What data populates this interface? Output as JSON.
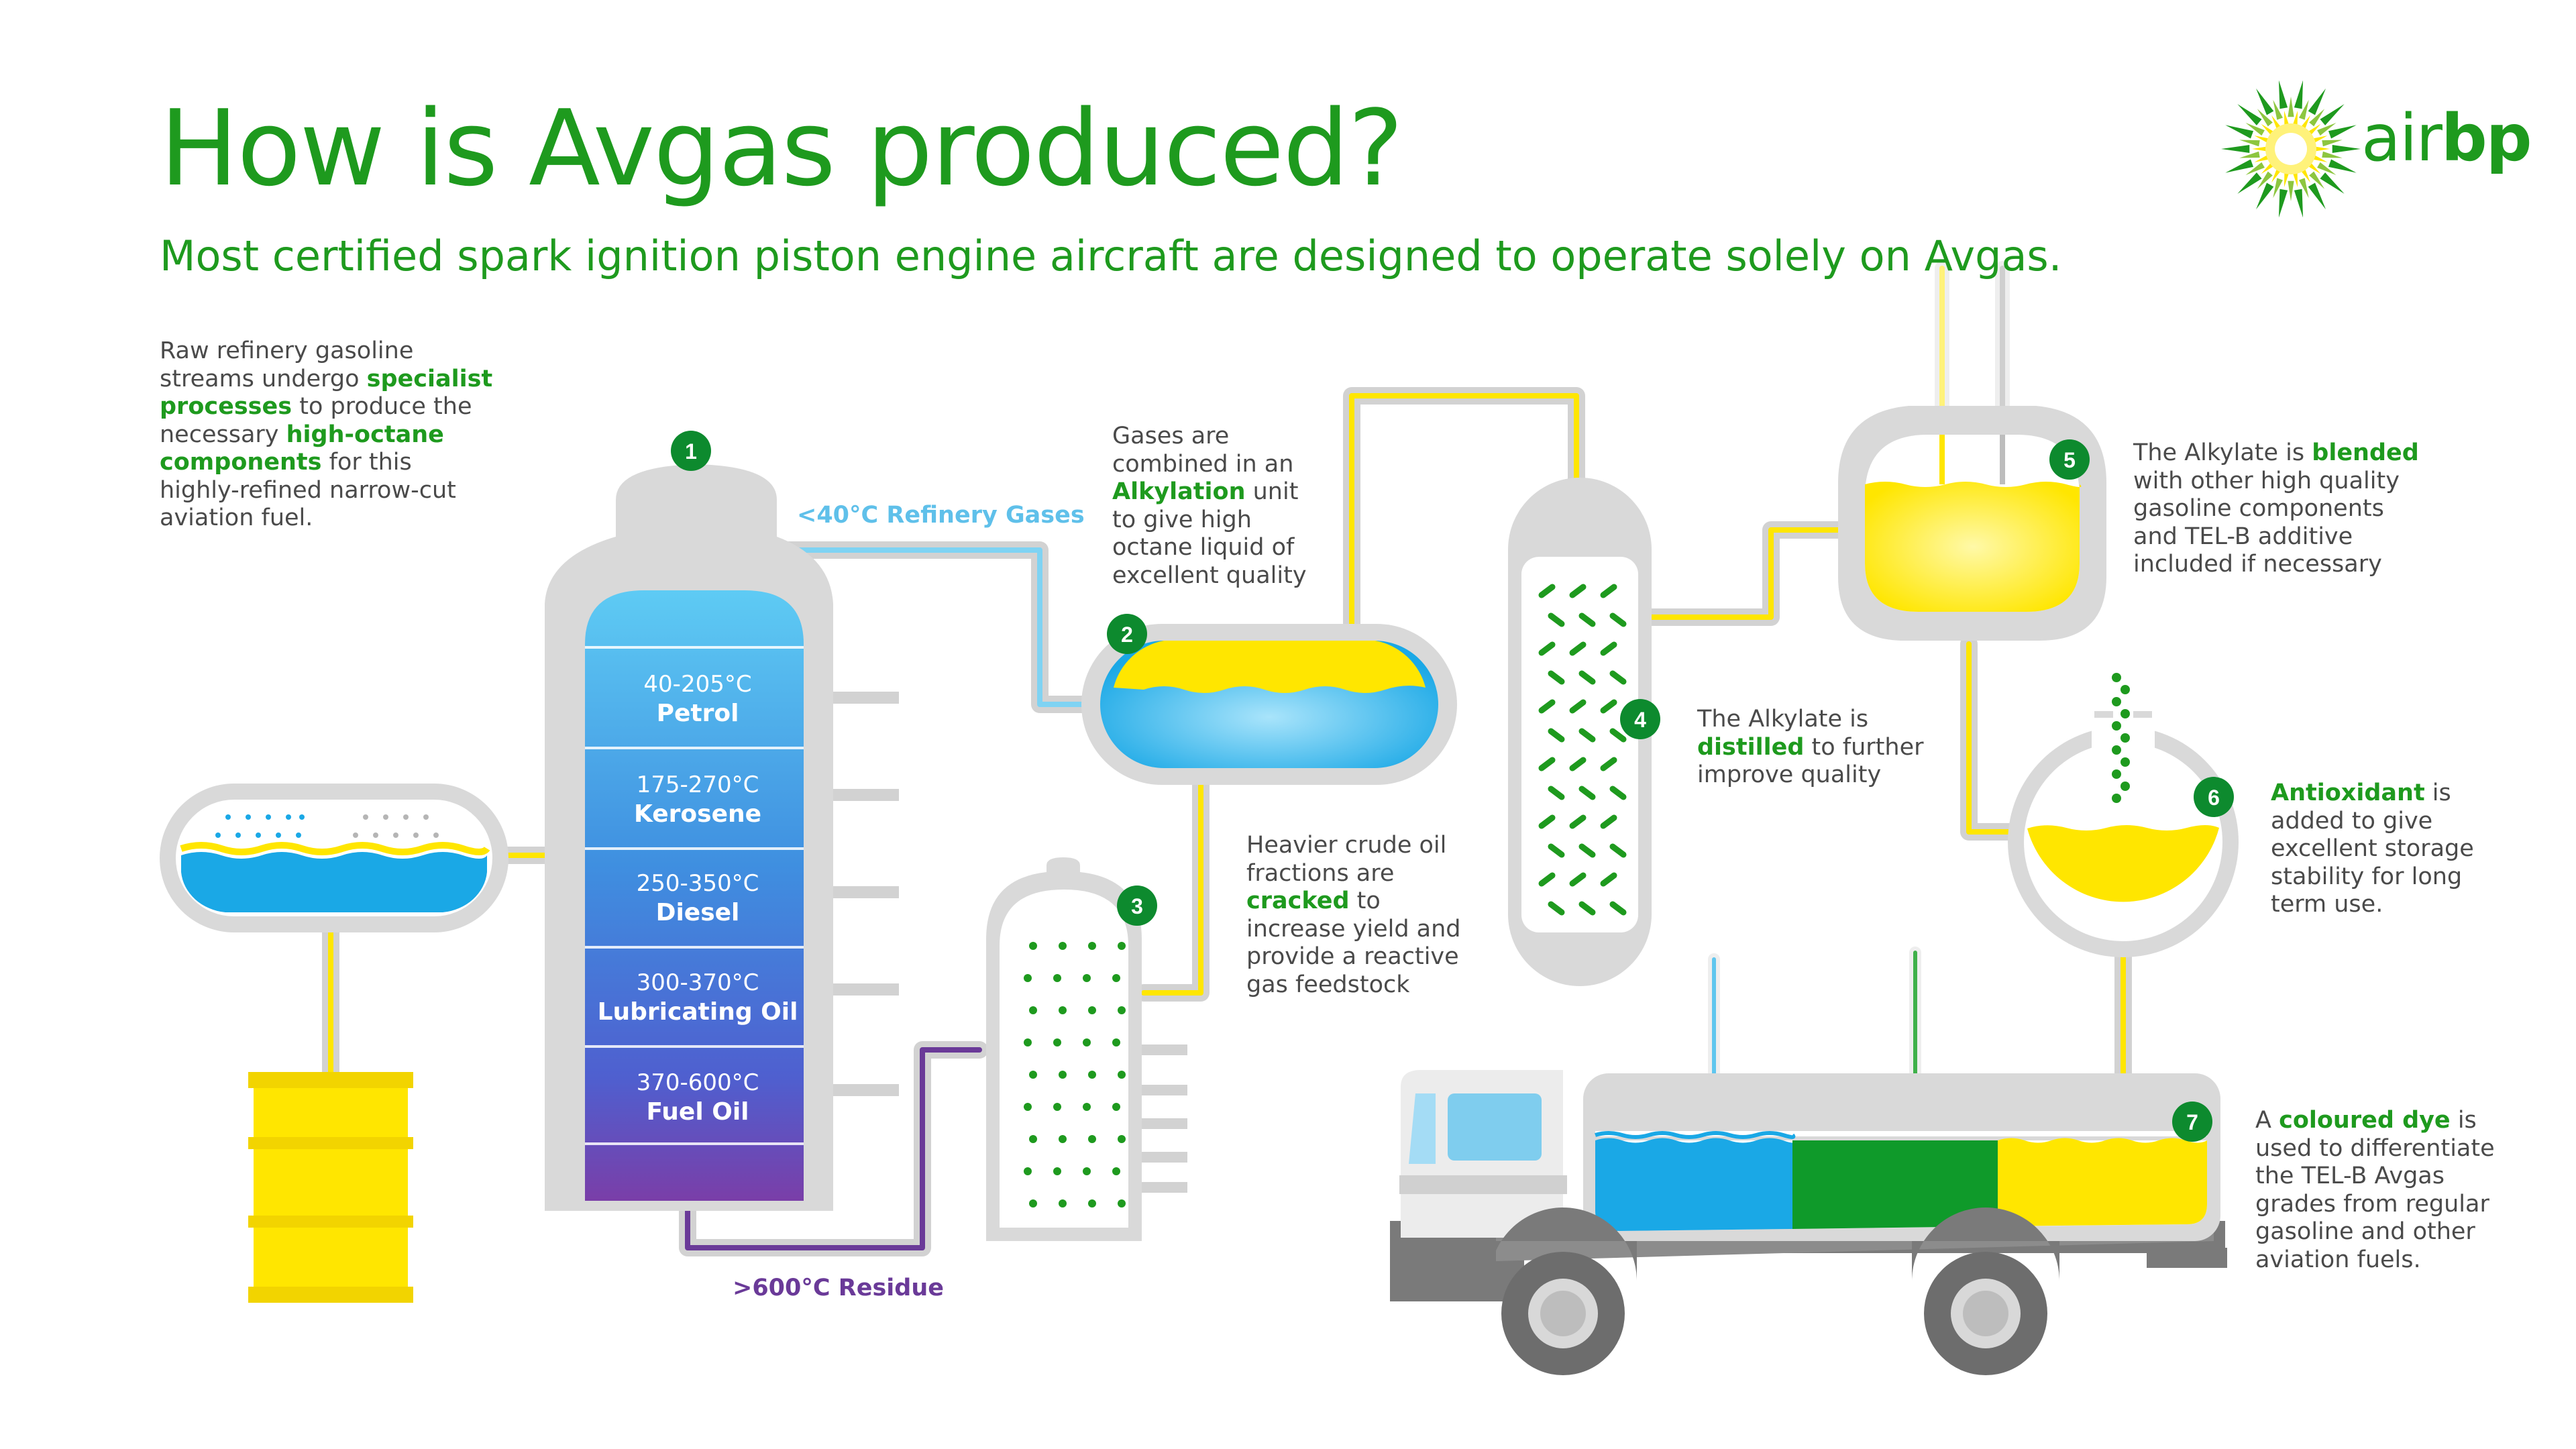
{
  "header": {
    "title": "How is Avgas produced?",
    "subtitle": "Most certified spark ignition piston engine aircraft are designed to operate solely on Avgas."
  },
  "brand": {
    "air": "air",
    "bp": "bp"
  },
  "intro": {
    "lines": [
      [
        {
          "t": "Raw refinery gasoline"
        }
      ],
      [
        {
          "t": "streams undergo "
        },
        {
          "t": "specialist",
          "b": true
        }
      ],
      [
        {
          "t": "processes",
          "b": true
        },
        {
          "t": " to produce the"
        }
      ],
      [
        {
          "t": "necessary "
        },
        {
          "t": "high-octane",
          "b": true
        }
      ],
      [
        {
          "t": "components",
          "b": true
        },
        {
          "t": " for this"
        }
      ],
      [
        {
          "t": "highly-refined narrow-cut"
        }
      ],
      [
        {
          "t": "aviation fuel."
        }
      ]
    ]
  },
  "steps": [
    {
      "num": "1"
    },
    {
      "num": "2",
      "lines": [
        [
          {
            "t": "Gases are"
          }
        ],
        [
          {
            "t": "combined in an"
          }
        ],
        [
          {
            "t": "Alkylation",
            "b": true
          },
          {
            "t": " unit"
          }
        ],
        [
          {
            "t": "to give high"
          }
        ],
        [
          {
            "t": "octane liquid of"
          }
        ],
        [
          {
            "t": "excellent quality"
          }
        ]
      ]
    },
    {
      "num": "3",
      "lines": [
        [
          {
            "t": "Heavier crude oil"
          }
        ],
        [
          {
            "t": "fractions are"
          }
        ],
        [
          {
            "t": "cracked",
            "b": true
          },
          {
            "t": " to"
          }
        ],
        [
          {
            "t": "increase yield and"
          }
        ],
        [
          {
            "t": "provide a reactive"
          }
        ],
        [
          {
            "t": "gas feedstock"
          }
        ]
      ]
    },
    {
      "num": "4",
      "lines": [
        [
          {
            "t": "The Alkylate is"
          }
        ],
        [
          {
            "t": "distilled",
            "b": true
          },
          {
            "t": " to further"
          }
        ],
        [
          {
            "t": "improve quality"
          }
        ]
      ]
    },
    {
      "num": "5",
      "lines": [
        [
          {
            "t": "The Alkylate is "
          },
          {
            "t": "blended",
            "b": true
          }
        ],
        [
          {
            "t": "with other high quality"
          }
        ],
        [
          {
            "t": "gasoline components"
          }
        ],
        [
          {
            "t": "and TEL-B additive"
          }
        ],
        [
          {
            "t": "included if necessary"
          }
        ]
      ]
    },
    {
      "num": "6",
      "lines": [
        [
          {
            "t": "Antioxidant",
            "b": true
          },
          {
            "t": " is"
          }
        ],
        [
          {
            "t": "added to give"
          }
        ],
        [
          {
            "t": "excellent storage"
          }
        ],
        [
          {
            "t": "stability for long"
          }
        ],
        [
          {
            "t": "term use."
          }
        ]
      ]
    },
    {
      "num": "7",
      "lines": [
        [
          {
            "t": "A "
          },
          {
            "t": "coloured dye",
            "b": true
          },
          {
            "t": " is"
          }
        ],
        [
          {
            "t": "used to differentiate"
          }
        ],
        [
          {
            "t": "the TEL-B Avgas"
          }
        ],
        [
          {
            "t": "grades from regular"
          }
        ],
        [
          {
            "t": "gasoline and other"
          }
        ],
        [
          {
            "t": "aviation fuels."
          }
        ]
      ]
    }
  ],
  "fractions": [
    {
      "temp": "40-205°C",
      "name": "Petrol"
    },
    {
      "temp": "175-270°C",
      "name": "Kerosene"
    },
    {
      "temp": "250-350°C",
      "name": "Diesel"
    },
    {
      "temp": "300-370°C",
      "name": "Lubricating Oil"
    },
    {
      "temp": "370-600°C",
      "name": "Fuel Oil"
    }
  ],
  "flows": {
    "gases": "<40°C Refinery Gases",
    "residue": ">600°C Residue"
  },
  "colors": {
    "green": "#1e9a1e",
    "step_circle": "#0d8a2e",
    "blue": "#1aa8e6",
    "yellow": "#ffe600",
    "purple": "#6a3a98",
    "light_blue_text": "#5fc0ea",
    "vessel_gray": "#d9d9d9"
  }
}
